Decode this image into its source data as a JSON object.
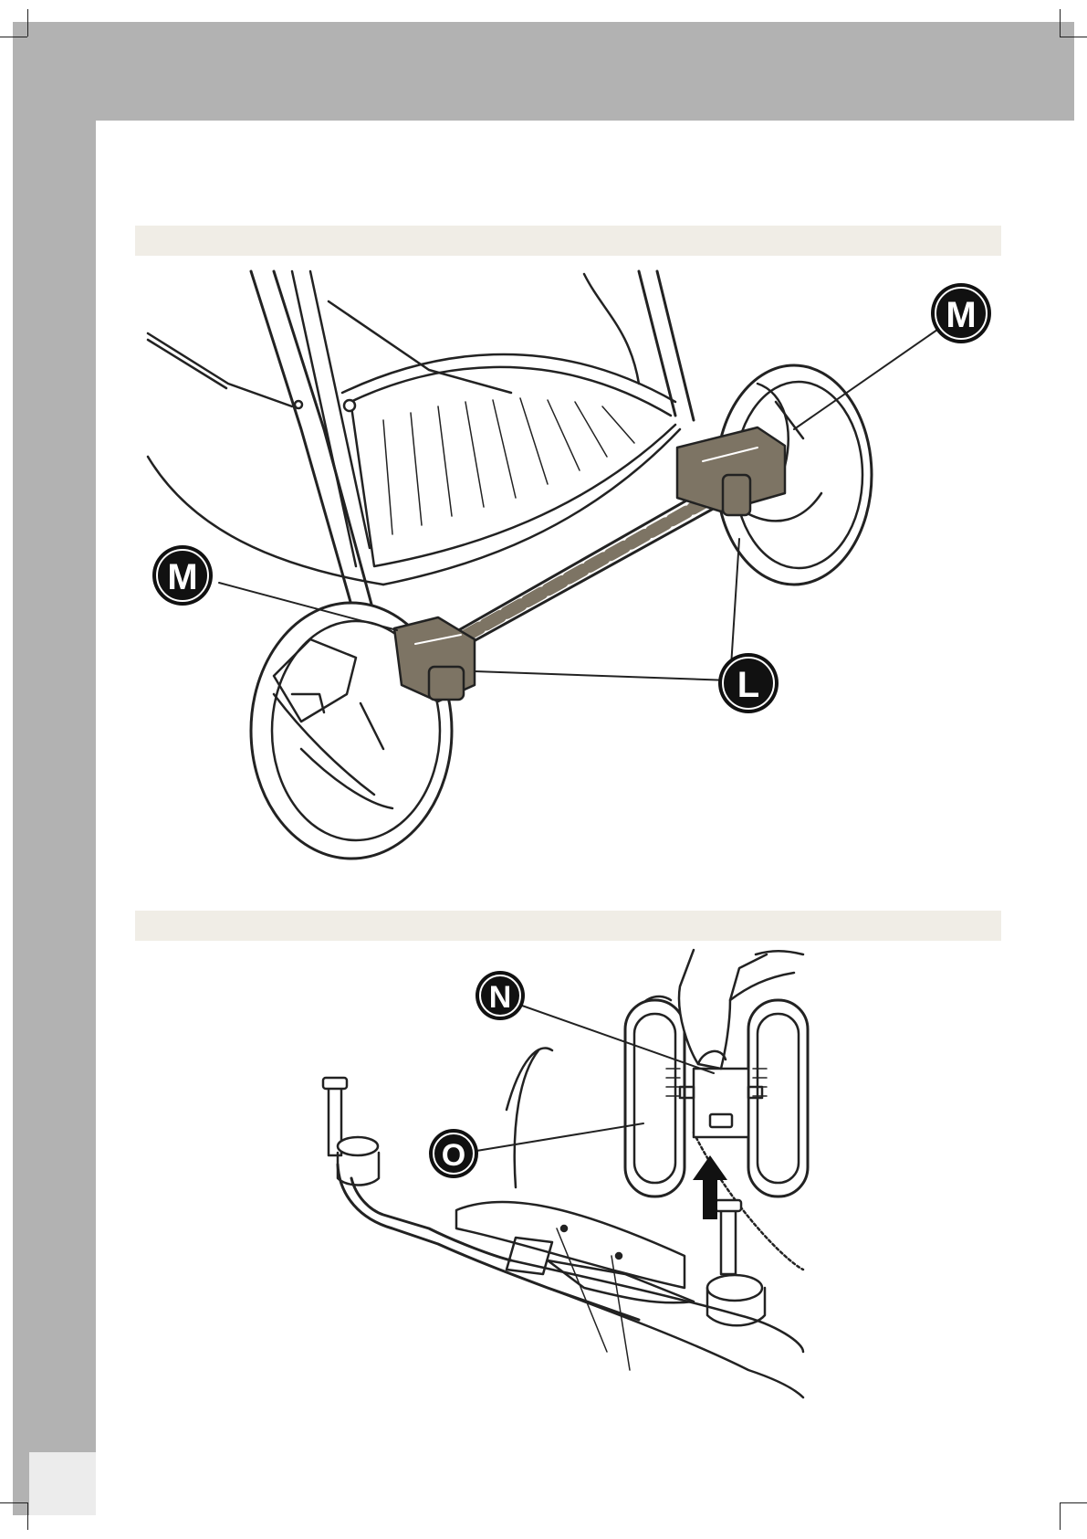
{
  "figure_1": {
    "callouts": {
      "m_right": "M",
      "m_left": "M",
      "l": "L"
    }
  },
  "figure_2": {
    "callouts": {
      "n": "N",
      "o": "O"
    },
    "arrow_icon": "arrow-up-icon"
  },
  "colors": {
    "margin_gray": "#b2b2b2",
    "section_bar": "#f0ede6",
    "part_highlight": "#7d7464",
    "line": "#222222"
  }
}
